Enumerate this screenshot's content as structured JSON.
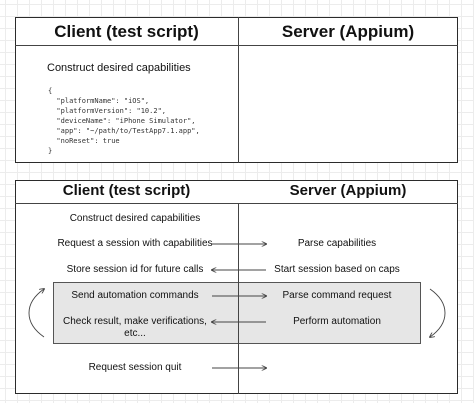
{
  "top_panel": {
    "client_title": "Client (test script)",
    "server_title": "Server (Appium)",
    "section_label": "Construct desired capabilities",
    "code_lines": [
      "{",
      "  \"platformName\": \"iOS\",",
      "  \"platformVersion\": \"10.2\",",
      "  \"deviceName\": \"iPhone Simulator\",",
      "  \"app\": \"~/path/to/TestApp7.1.app\",",
      "  \"noReset\": true",
      "}"
    ]
  },
  "bottom_panel": {
    "client_title": "Client (test script)",
    "server_title": "Server (Appium)",
    "client_steps": [
      "Construct desired capabilities",
      "Request a session with capabilities",
      "Store session id for future calls",
      "Send automation commands",
      "Check result, make verifications,",
      "etc...",
      "Request session quit"
    ],
    "server_steps": [
      "Parse capabilities",
      "Start session based on caps",
      "Parse command request",
      "Perform automation"
    ],
    "arrows": [
      {
        "from": "client",
        "to": "server"
      },
      {
        "from": "server",
        "to": "client"
      },
      {
        "from": "client",
        "to": "server"
      },
      {
        "from": "server",
        "to": "client"
      },
      {
        "from": "client",
        "to": "server"
      }
    ]
  },
  "colors": {
    "border": "#2b2b2b",
    "loop_box_fill": "#e6e6e6",
    "arrow": "#444444",
    "grid": "#ececec"
  }
}
